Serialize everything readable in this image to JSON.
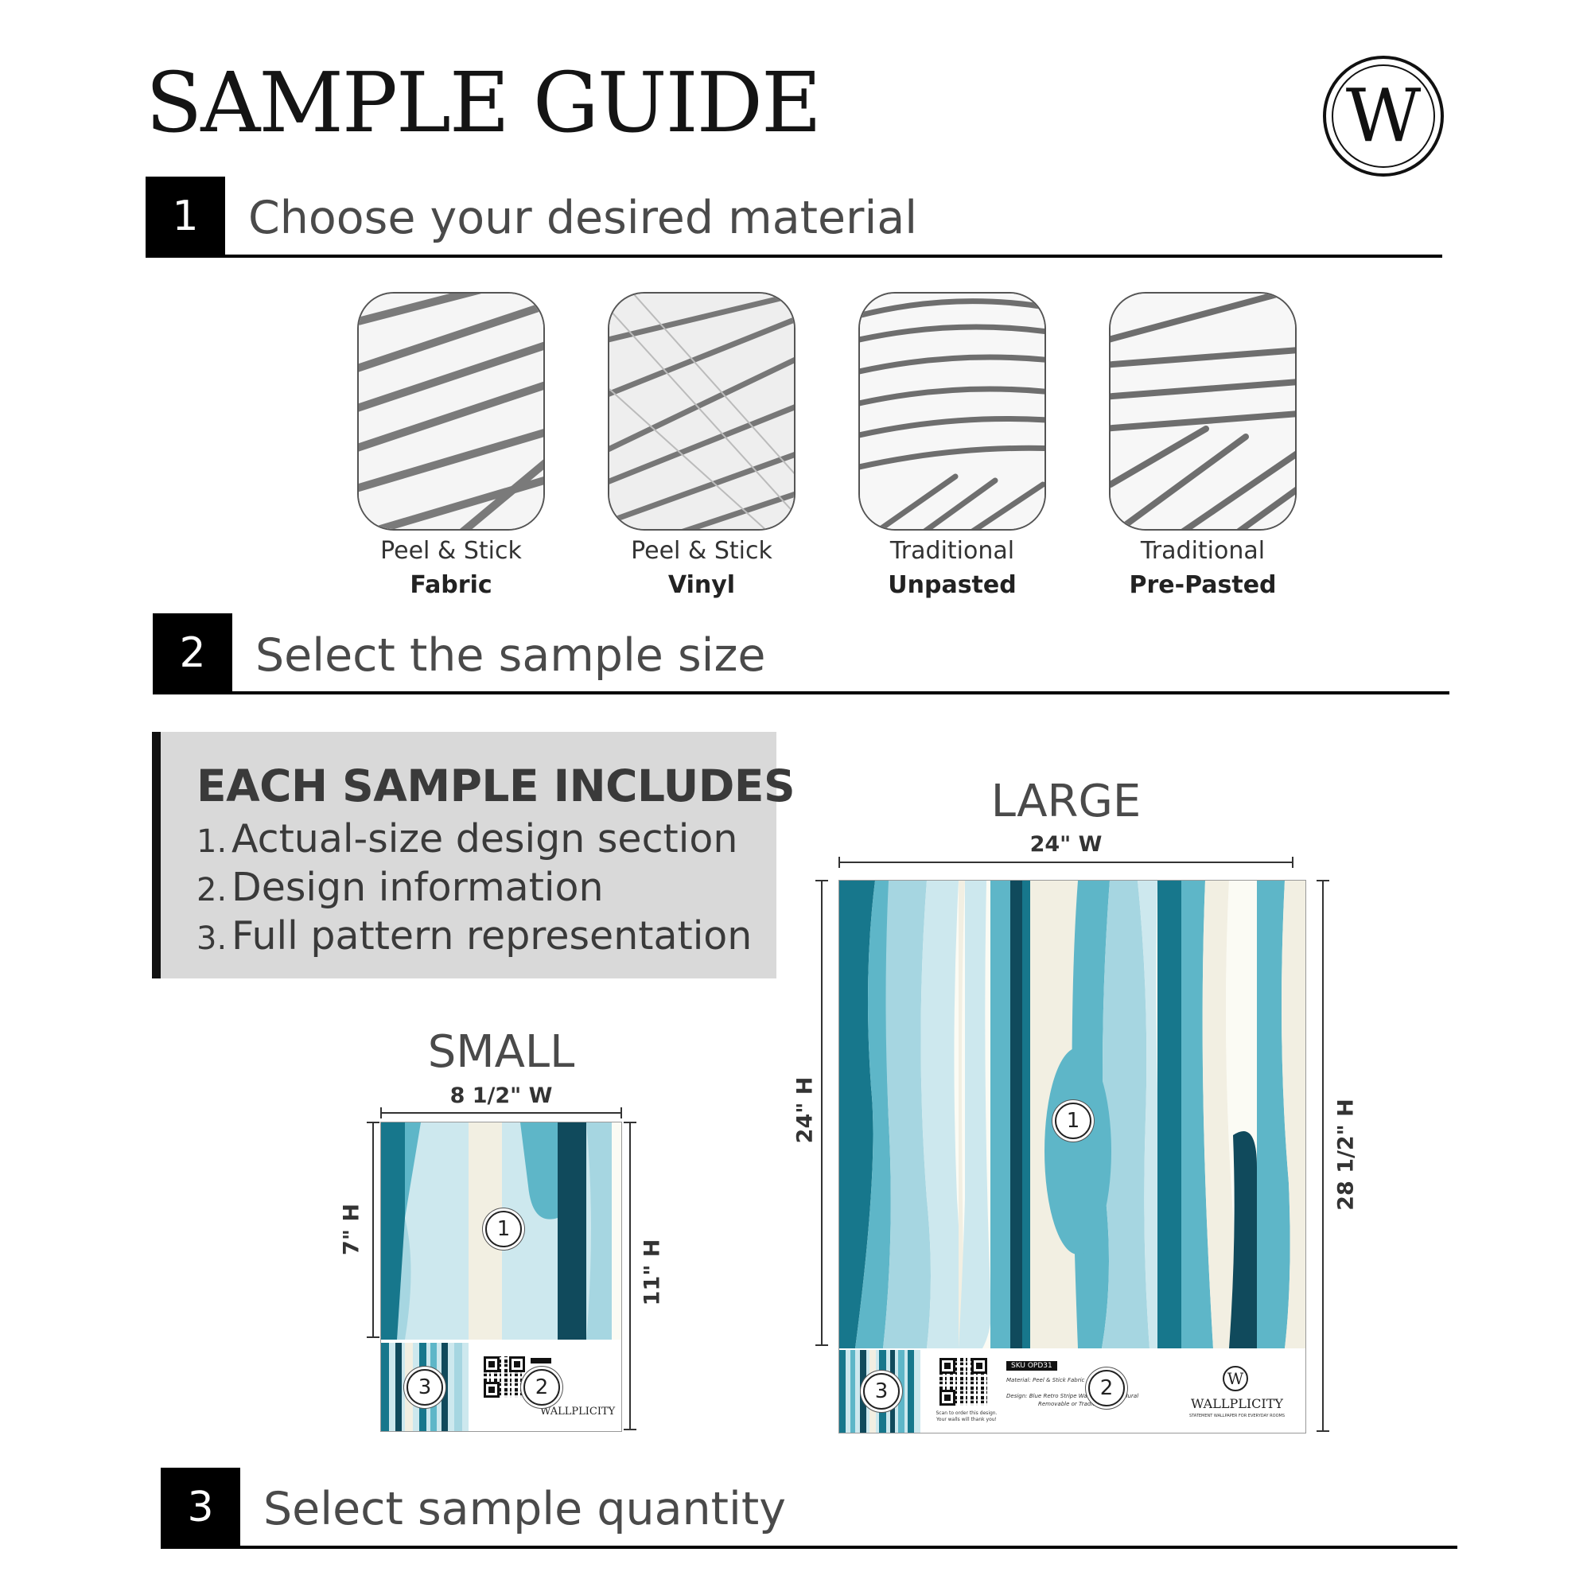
{
  "title": "SAMPLE GUIDE",
  "logo": {
    "icon": "wallplicity-w-logo",
    "letter": "W"
  },
  "steps": [
    {
      "number": "1",
      "text": "Choose your desired material"
    },
    {
      "number": "2",
      "text": "Select the sample size"
    },
    {
      "number": "3",
      "text": "Select sample quantity"
    }
  ],
  "materials": [
    {
      "line1": "Peel & Stick",
      "line2": "Fabric"
    },
    {
      "line1": "Peel & Stick",
      "line2": "Vinyl"
    },
    {
      "line1": "Traditional",
      "line2": "Unpasted"
    },
    {
      "line1": "Traditional",
      "line2": "Pre-Pasted"
    }
  ],
  "includes": {
    "heading": "EACH SAMPLE INCLUDES",
    "items": [
      {
        "n": "1.",
        "text": "Actual-size design section"
      },
      {
        "n": "2.",
        "text": "Design information"
      },
      {
        "n": "3.",
        "text": "Full pattern representation"
      }
    ]
  },
  "small": {
    "title": "SMALL",
    "width_label": "8 1/2\" W",
    "design_height_label": "7\" H",
    "total_height_label": "11\" H",
    "brand": "WALLPLICITY"
  },
  "large": {
    "title": "LARGE",
    "width_label": "24\" W",
    "design_height_label": "24\" H",
    "total_height_label": "28 1/2\" H",
    "sku": "SKU OPD31",
    "material_line": "Material: Peel & Stick Fabric",
    "design_line": "Design: Blue Retro Stripe Wallpaper, Wall Mural",
    "design_line2": "Removable or Traditional",
    "brand": "WALLPLICITY",
    "tagline": "STATEMENT WALLPAPER FOR EVERYDAY ROOMS",
    "qr_caption": "Scan to order this design. Your walls will thank you!"
  },
  "markers": [
    "1",
    "2",
    "3"
  ],
  "colors": {
    "teal_dark": "#104a5c",
    "teal": "#17778c",
    "teal_mid": "#5eb6c8",
    "teal_light": "#a6d6e1",
    "aqua_pale": "#cde8ee",
    "cream": "#f2efe2",
    "ivory": "#fbfbf4"
  }
}
